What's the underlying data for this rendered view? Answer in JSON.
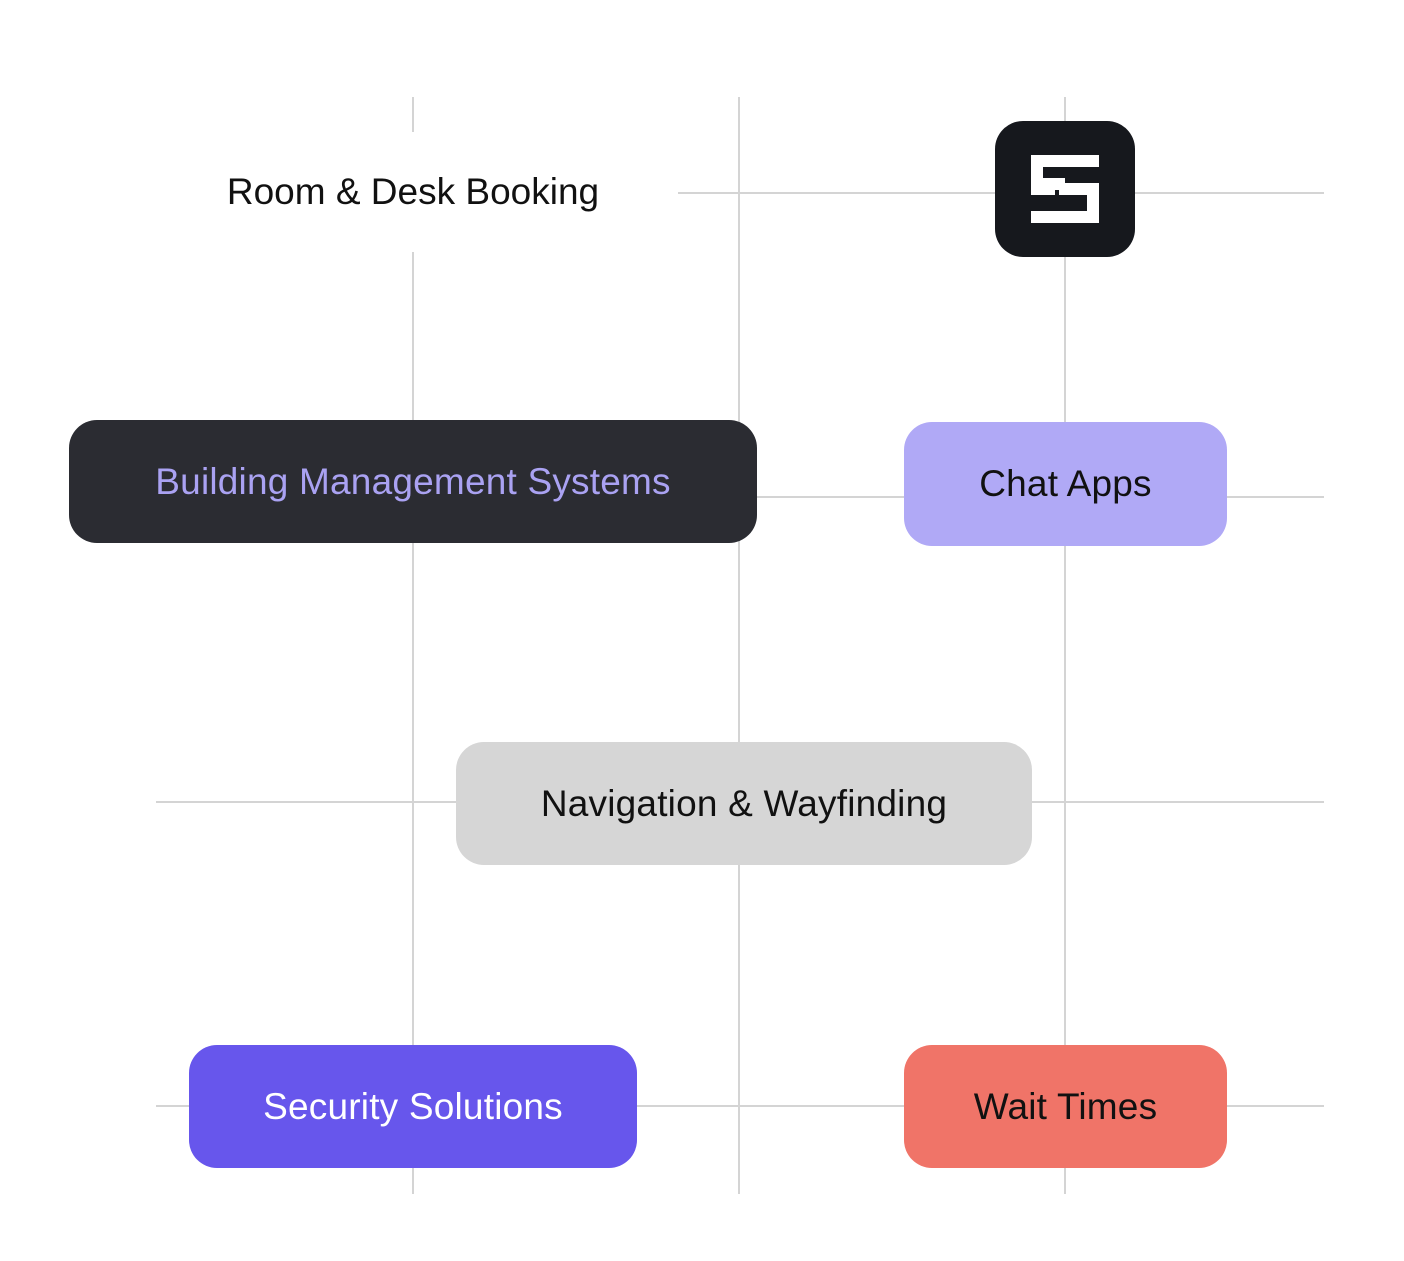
{
  "nodes": {
    "room_desk_booking": {
      "label": "Room & Desk Booking"
    },
    "building_management": {
      "label": "Building Management Systems",
      "bg": "#2b2c32",
      "fg": "#aaa2f2"
    },
    "chat_apps": {
      "label": "Chat Apps",
      "bg": "#b0a9f6",
      "fg": "#111111"
    },
    "navigation_wayfinding": {
      "label": "Navigation & Wayfinding",
      "bg": "#d6d6d6",
      "fg": "#111111"
    },
    "security_solutions": {
      "label": "Security Solutions",
      "bg": "#6756ec",
      "fg": "#ffffff"
    },
    "wait_times": {
      "label": "Wait Times",
      "bg": "#f07468",
      "fg": "#111111"
    }
  },
  "logo": {
    "icon": "brand-s-icon",
    "bg": "#16181d"
  },
  "grid_line_color": "#d4d4d4"
}
